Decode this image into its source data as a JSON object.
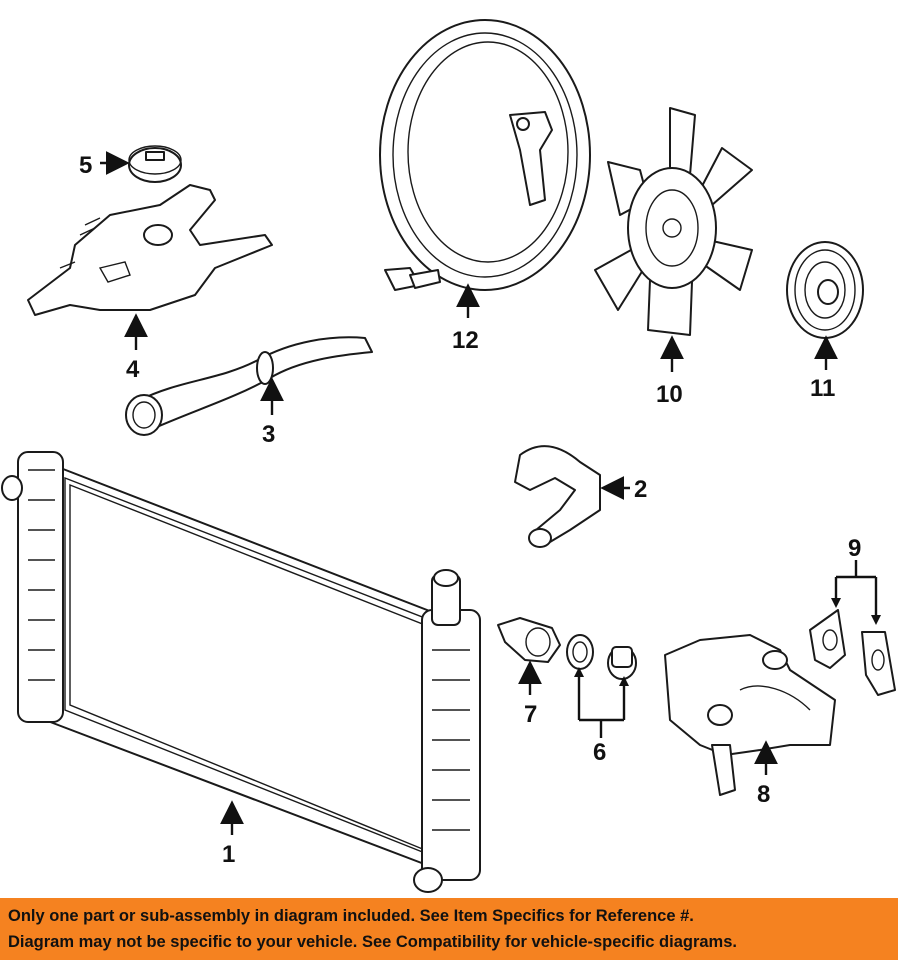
{
  "callouts": {
    "c1": "1",
    "c2": "2",
    "c3": "3",
    "c4": "4",
    "c5": "5",
    "c6": "6",
    "c7": "7",
    "c8": "8",
    "c9": "9",
    "c10": "10",
    "c11": "11",
    "c12": "12"
  },
  "banner": {
    "line1": "Only one part or sub-assembly in diagram included. See Item Specifics for Reference #.",
    "line2": "Diagram may not be specific to your vehicle. See Compatibility for vehicle-specific diagrams."
  },
  "colors": {
    "banner_bg": "#f58220",
    "ink": "#1a1a1a"
  }
}
